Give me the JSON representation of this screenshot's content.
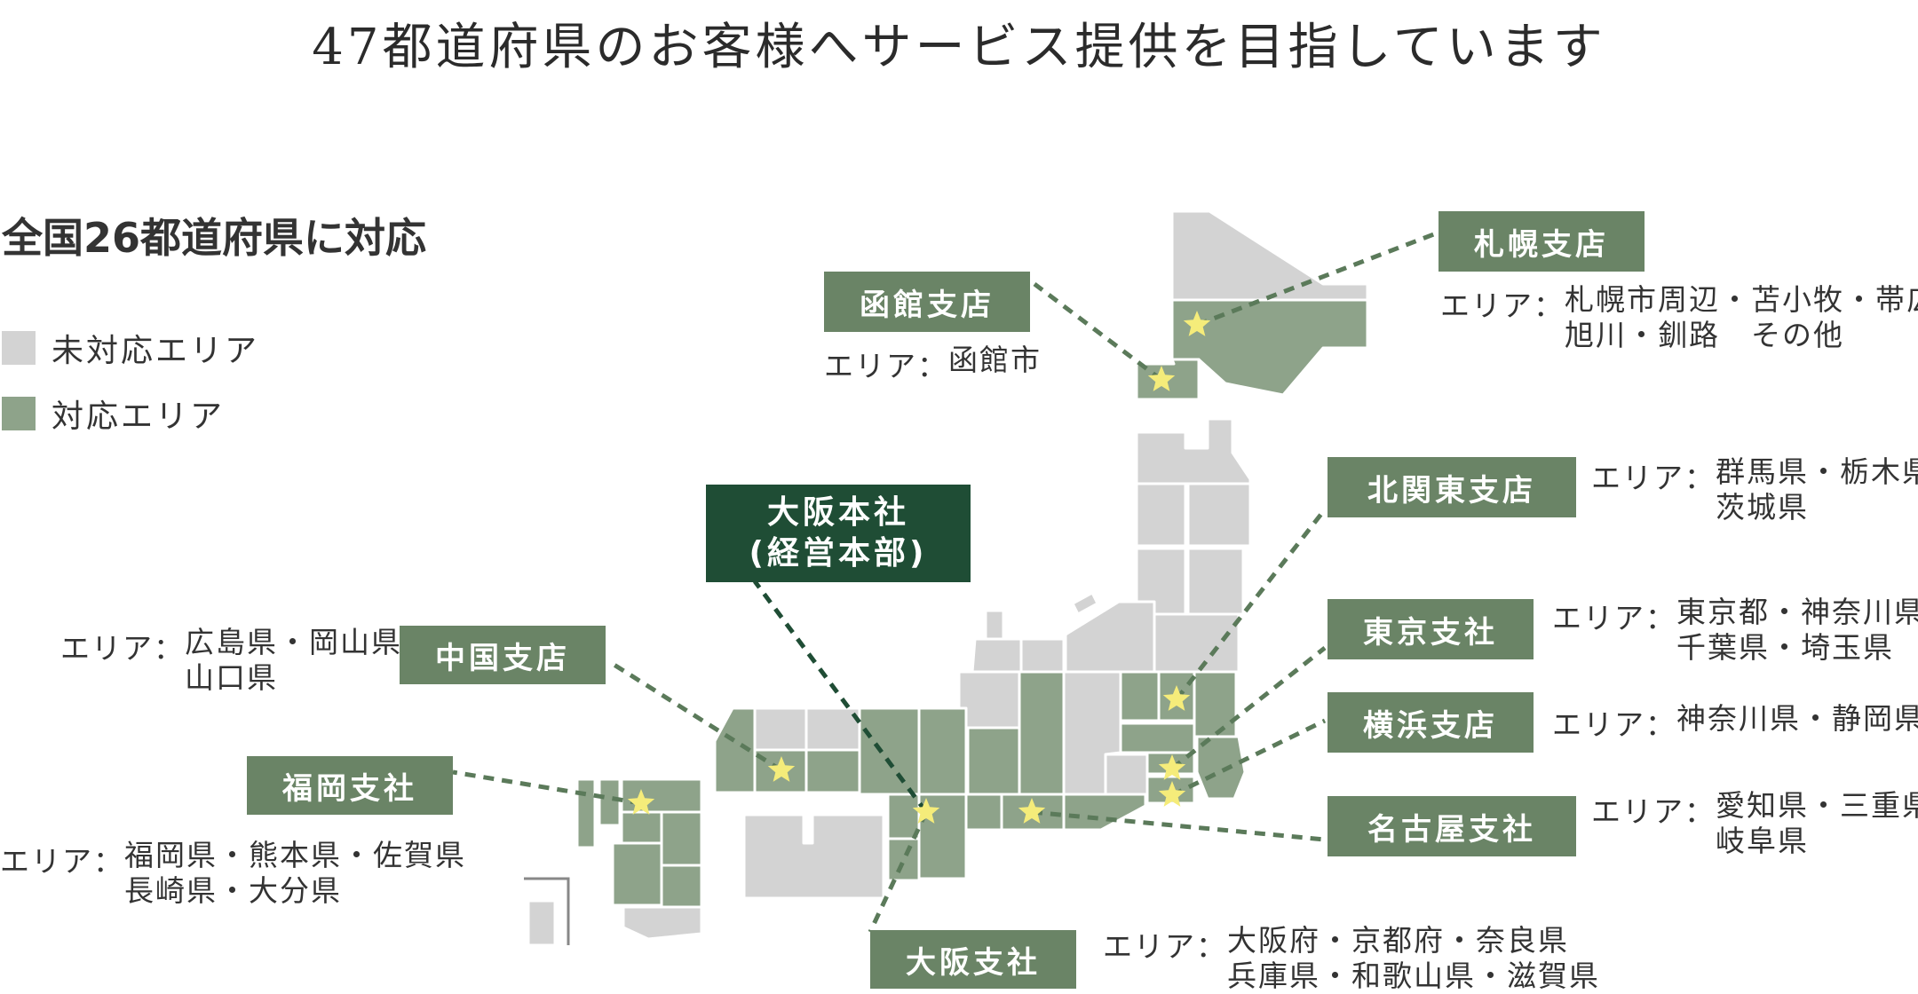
{
  "heading": "47都道府県のお客様へサービス提供を目指しています",
  "subheading": "全国26都道府県に対応",
  "legend": {
    "unsupported": {
      "label": "未対応エリア",
      "color": "#d3d3d3"
    },
    "supported": {
      "label": "対応エリア",
      "color": "#8ea38a"
    }
  },
  "colors": {
    "branch_tag": "#6a8466",
    "hq_tag": "#1f4d35",
    "star": "#f5ec7a",
    "leader_line": "#5b7a5a"
  },
  "area_prefix": "エリア：",
  "offices": {
    "sapporo": {
      "name": "札幌支店",
      "area": [
        "札幌市周辺・苫小牧・帯広",
        "旭川・釧路　その他"
      ]
    },
    "hakodate": {
      "name": "函館支店",
      "area": [
        "函館市"
      ]
    },
    "kitakanto": {
      "name": "北関東支店",
      "area": [
        "群馬県・栃木県",
        "茨城県"
      ]
    },
    "tokyo": {
      "name": "東京支社",
      "area": [
        "東京都・神奈川県",
        "千葉県・埼玉県"
      ]
    },
    "yokohama": {
      "name": "横浜支店",
      "area": [
        "神奈川県・静岡県"
      ]
    },
    "nagoya": {
      "name": "名古屋支社",
      "area": [
        "愛知県・三重県",
        "岐阜県"
      ]
    },
    "osaka_hq": {
      "name_line1": "大阪本社",
      "name_line2": "(経営本部)"
    },
    "osaka": {
      "name": "大阪支社",
      "area": [
        "大阪府・京都府・奈良県",
        "兵庫県・和歌山県・滋賀県"
      ]
    },
    "chugoku": {
      "name": "中国支店",
      "area": [
        "広島県・岡山県",
        "山口県"
      ]
    },
    "fukuoka": {
      "name": "福岡支社",
      "area": [
        "福岡県・熊本県・佐賀県",
        "長崎県・大分県"
      ]
    }
  }
}
